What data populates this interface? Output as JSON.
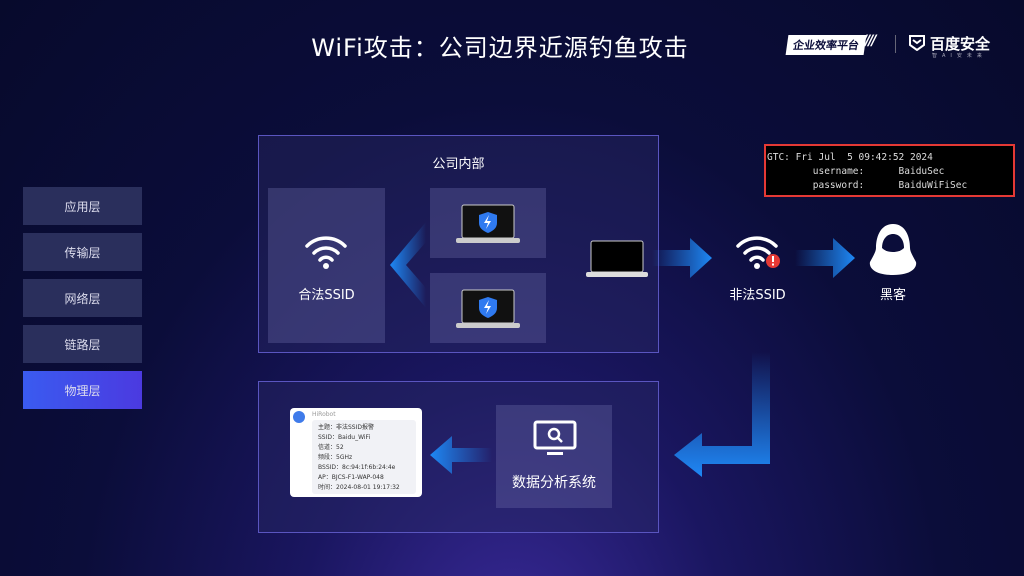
{
  "title": "WiFi攻击：公司边界近源钓鱼攻击",
  "logos": {
    "platform": "企业效率平台",
    "brand": "百度安全",
    "brand_sub": "智AI安未来"
  },
  "menu": [
    {
      "label": "应用层"
    },
    {
      "label": "传输层"
    },
    {
      "label": "网络层"
    },
    {
      "label": "链路层"
    },
    {
      "label": "物理层",
      "active": true
    }
  ],
  "company": {
    "title": "公司内部",
    "legit_ssid": "合法SSID"
  },
  "rogue_ssid": "非法SSID",
  "hacker": "黑客",
  "terminal": {
    "line1": "GTC: Fri Jul  5 09:42:52 2024",
    "line2": "        username:      BaiduSec",
    "line3": "        password:      BaiduWiFiSec"
  },
  "notification": {
    "sender": "HiRobot",
    "lines": [
      "主题：非法SSID报警",
      "SSID：Baidu_WiFi",
      "信道：52",
      "频段：5GHz",
      "BSSID：8c:94:1f:6b:24:4e",
      "AP：BJCS-F1-WAP-048",
      "时间：2024-08-01 19:17:32"
    ]
  },
  "analysis": "数据分析系统",
  "colors": {
    "accent": "#3a5bf0",
    "alert": "#e53935",
    "arrow": "#1e88f5"
  }
}
